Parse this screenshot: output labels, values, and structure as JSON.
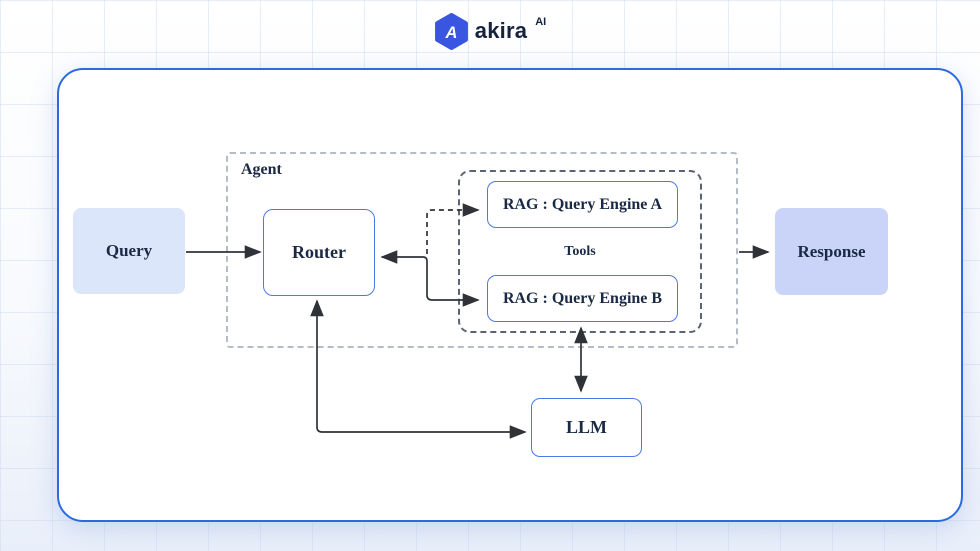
{
  "brand": {
    "name": "akira",
    "superscript": "AI",
    "logo_letter": "A",
    "logo_icon": "hexagon-a-icon"
  },
  "diagram": {
    "agent_label": "Agent",
    "tools_label": "Tools",
    "nodes": {
      "query": {
        "label": "Query"
      },
      "router": {
        "label": "Router"
      },
      "rag_a": {
        "label": "RAG : Query Engine A"
      },
      "rag_b": {
        "label": "RAG : Query Engine B"
      },
      "llm": {
        "label": "LLM"
      },
      "response": {
        "label": "Response"
      }
    },
    "edges": [
      {
        "from": "Query",
        "to": "Router",
        "style": "solid-arrow"
      },
      {
        "from": "Router",
        "to": "RAG : Query Engine A",
        "style": "dashed-arrow"
      },
      {
        "from": "Router",
        "to": "RAG : Query Engine B",
        "style": "solid-double-arrow"
      },
      {
        "from": "RAG : Query Engine B",
        "to": "LLM",
        "style": "solid-double-arrow"
      },
      {
        "from": "Router",
        "to": "LLM",
        "style": "solid-double-arrow"
      },
      {
        "from": "Agent",
        "to": "Response",
        "style": "solid-arrow"
      }
    ]
  },
  "colors": {
    "brand_blue": "#3a56e0",
    "container_border": "#2b6be0",
    "node_border": "#4d79e8",
    "query_fill": "#dbe6fb",
    "response_fill": "#c9d4f8",
    "text_navy": "#1b2a44",
    "arrow": "#2f3338",
    "agent_dash": "#b6bcc6",
    "tools_dash": "#5a6474"
  }
}
